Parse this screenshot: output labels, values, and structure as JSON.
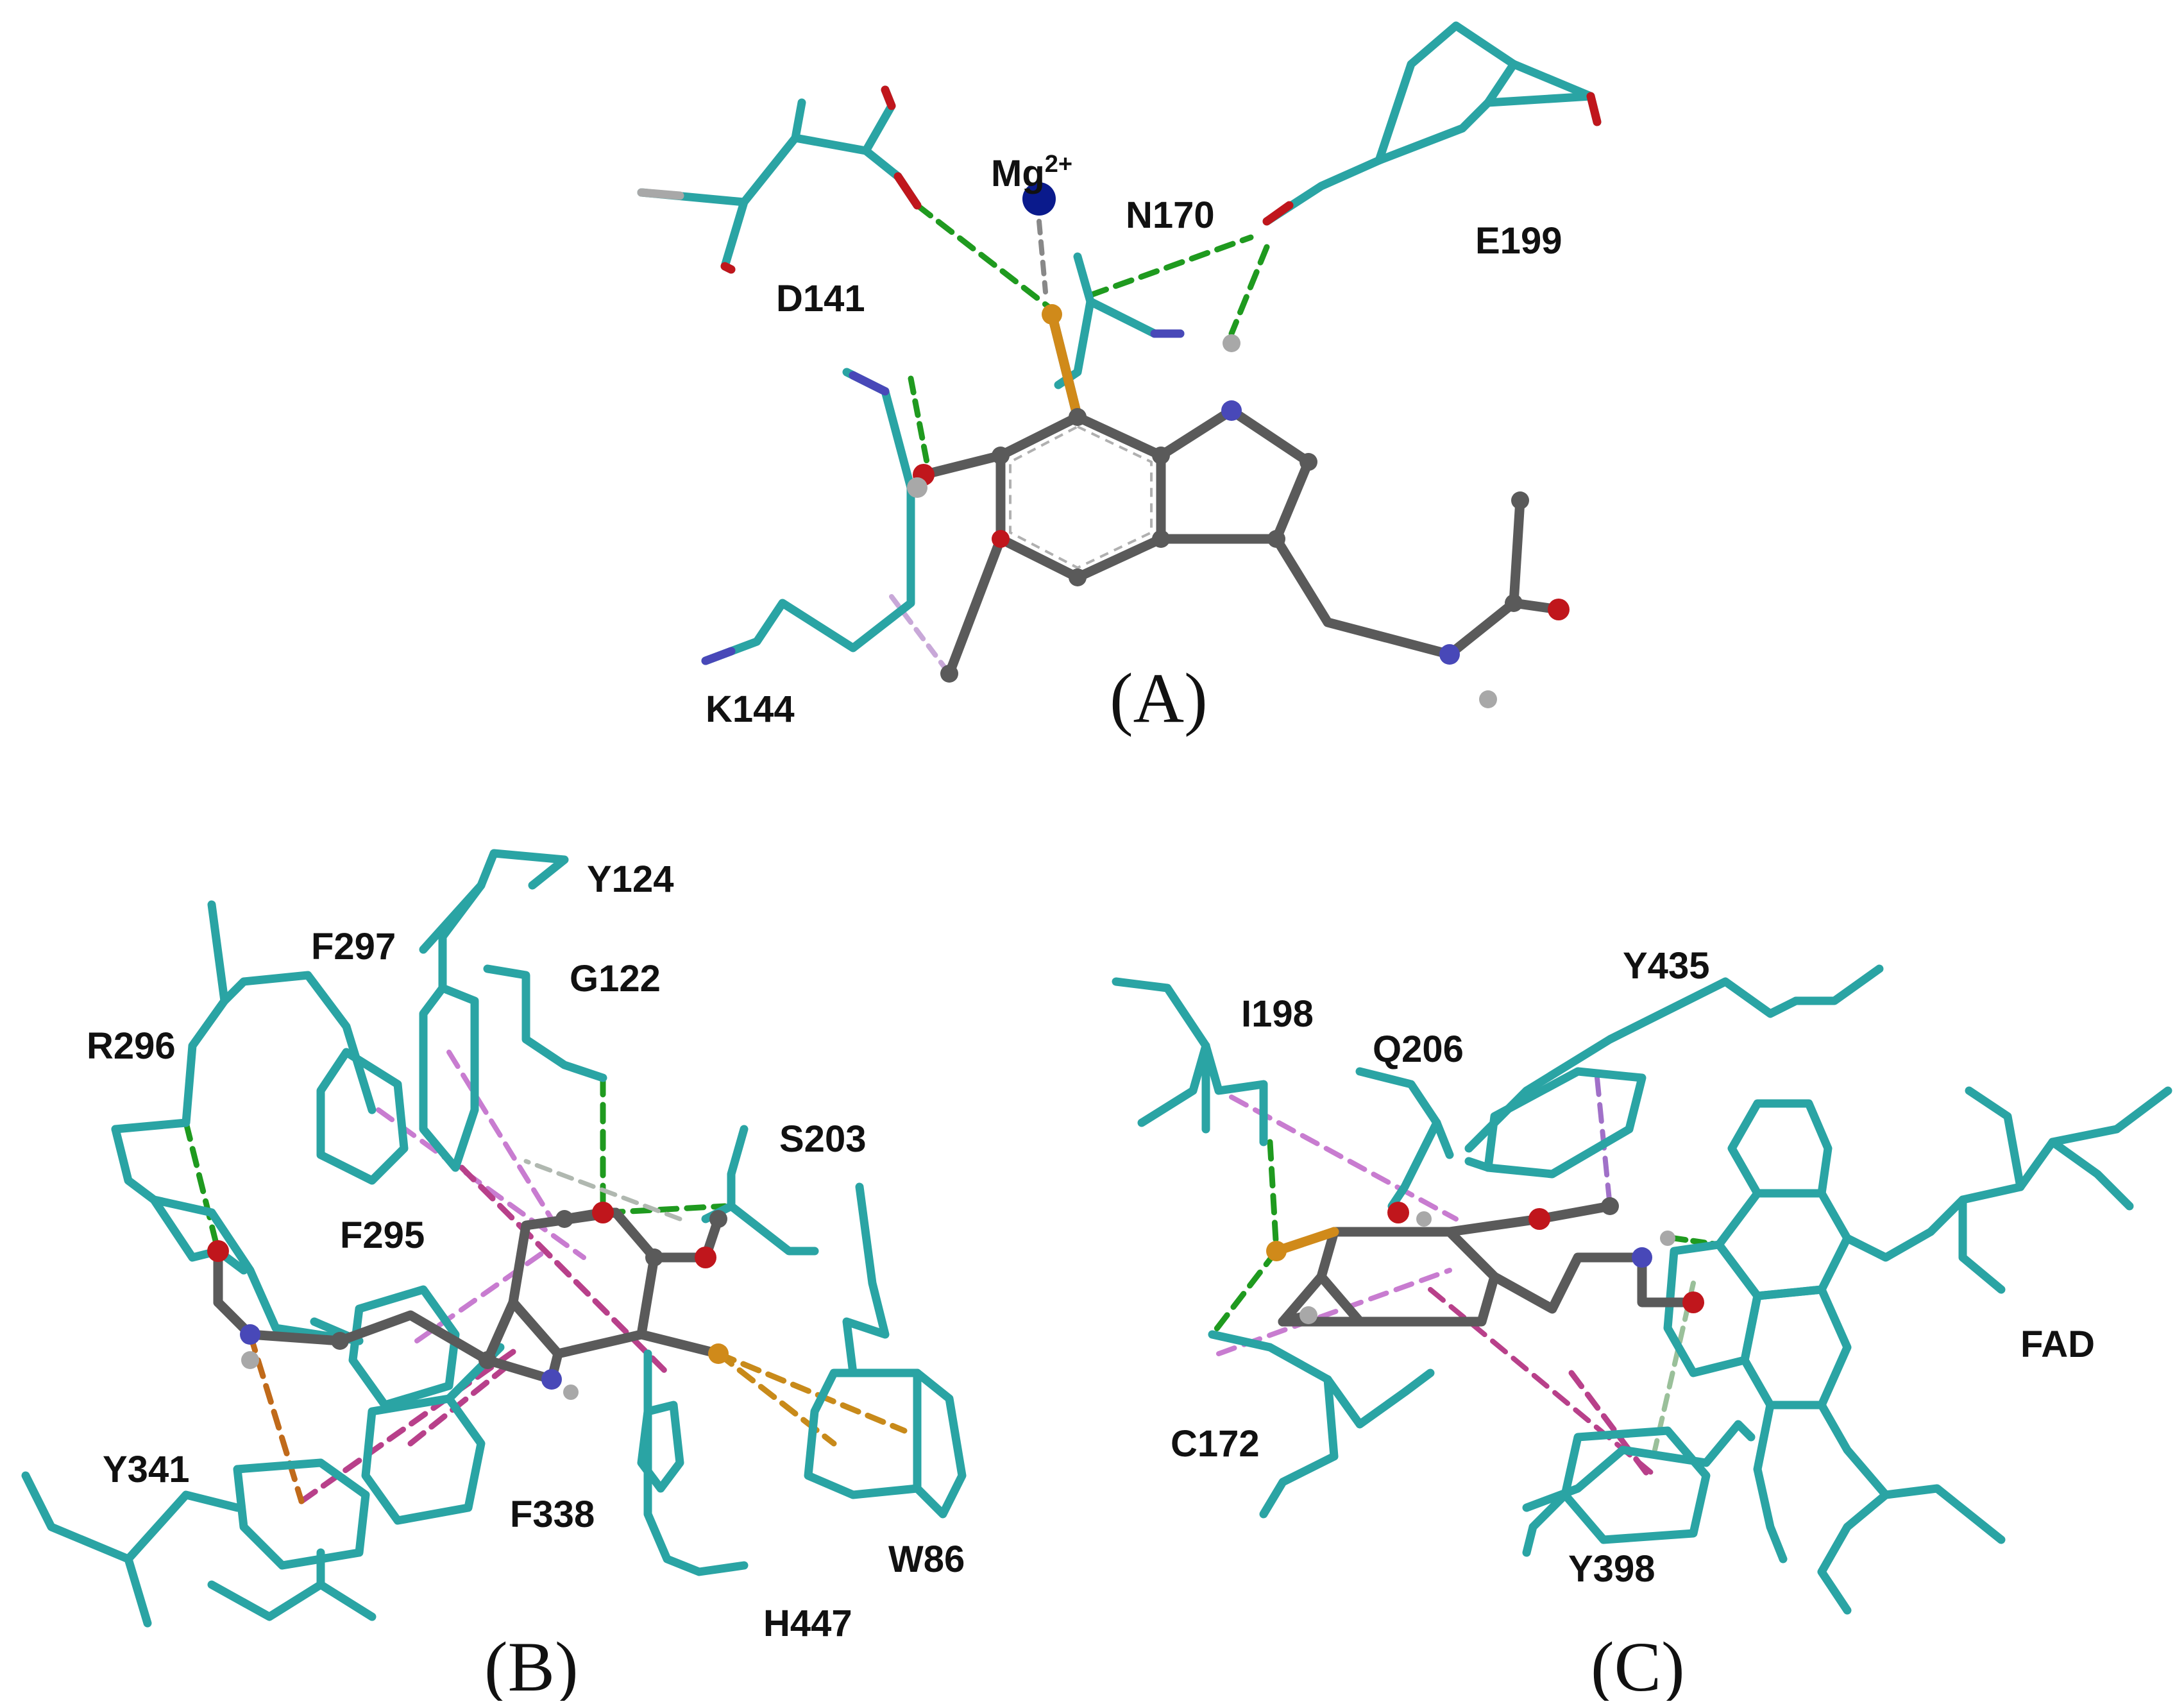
{
  "figure": {
    "panels": [
      {
        "id": "A",
        "label": "(A)",
        "residues": [
          "D141",
          "K144",
          "N170",
          "E199"
        ],
        "ion": {
          "symbol": "Mg",
          "charge": "2+"
        }
      },
      {
        "id": "B",
        "label": "(B)",
        "residues": [
          "Y124",
          "F297",
          "G122",
          "R296",
          "S203",
          "F295",
          "Y341",
          "F338",
          "W86",
          "H447"
        ]
      },
      {
        "id": "C",
        "label": "(C)",
        "residues": [
          "Y435",
          "I198",
          "Q206",
          "C172",
          "Y398",
          "FAD"
        ]
      }
    ],
    "colors": {
      "protein_carbon": "#2aa4a4",
      "ligand_carbon": "#5a5a5a",
      "oxygen": "#c0161c",
      "nitrogen": "#4848b8",
      "hydrogen": "#a8a8a8",
      "sulfur": "#d08a1a",
      "magnesium": "#0a1a8c",
      "hbond": "#1f9a1f",
      "pi_alkyl": "#c87cd0",
      "pi_pi": "#b8408a",
      "pi_sulfur": "#c88a1a",
      "carbon_hbond": "#9ac09a"
    }
  }
}
